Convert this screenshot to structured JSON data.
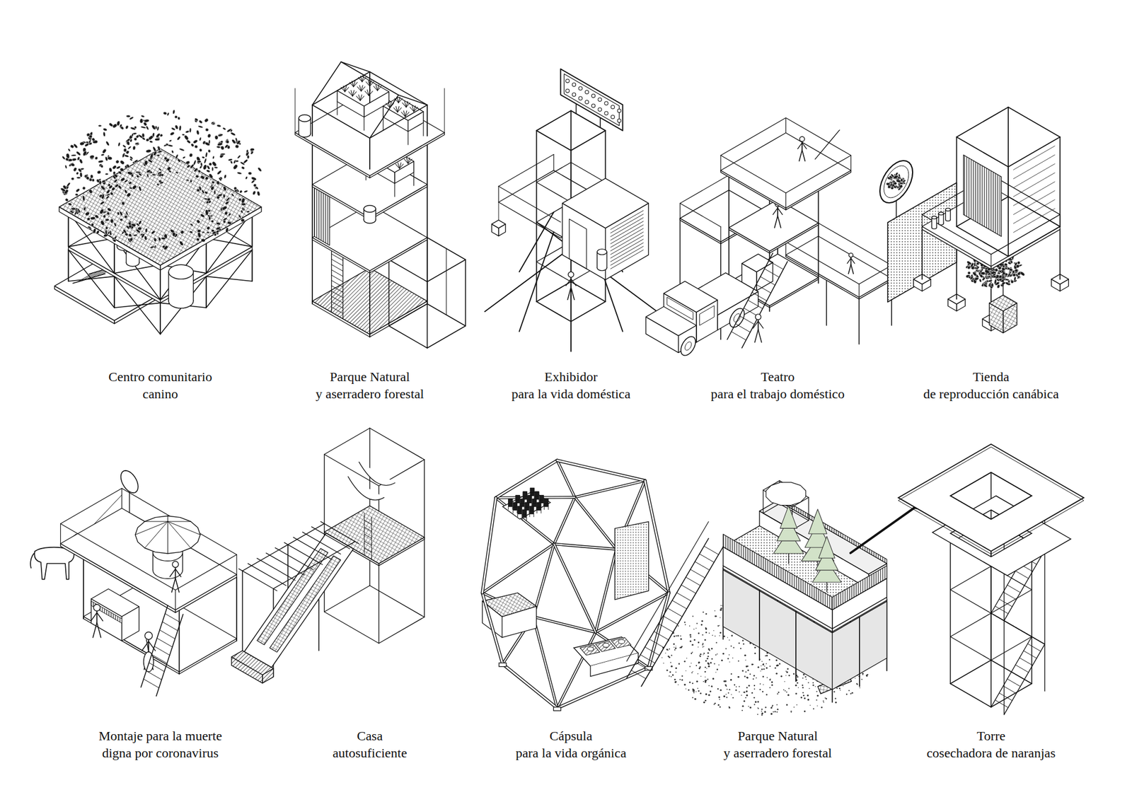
{
  "diagram": {
    "labels": [
      "Centro comunitario",
      "canino",
      "Parque Natural",
      "y aserradero forestal",
      "Exhibidor",
      "para la vida doméstica",
      "Teatro",
      "para el trabajo doméstico",
      "Tienda",
      "de reproducción canábica",
      "Montaje para la muerte",
      "digna por coronavirus",
      "Casa",
      "autosuficiente",
      "Cápsula",
      "para la vida orgánica",
      "Parque Natural",
      "y aserradero forestal",
      "Torre",
      "cosechadora de naranjas"
    ]
  }
}
